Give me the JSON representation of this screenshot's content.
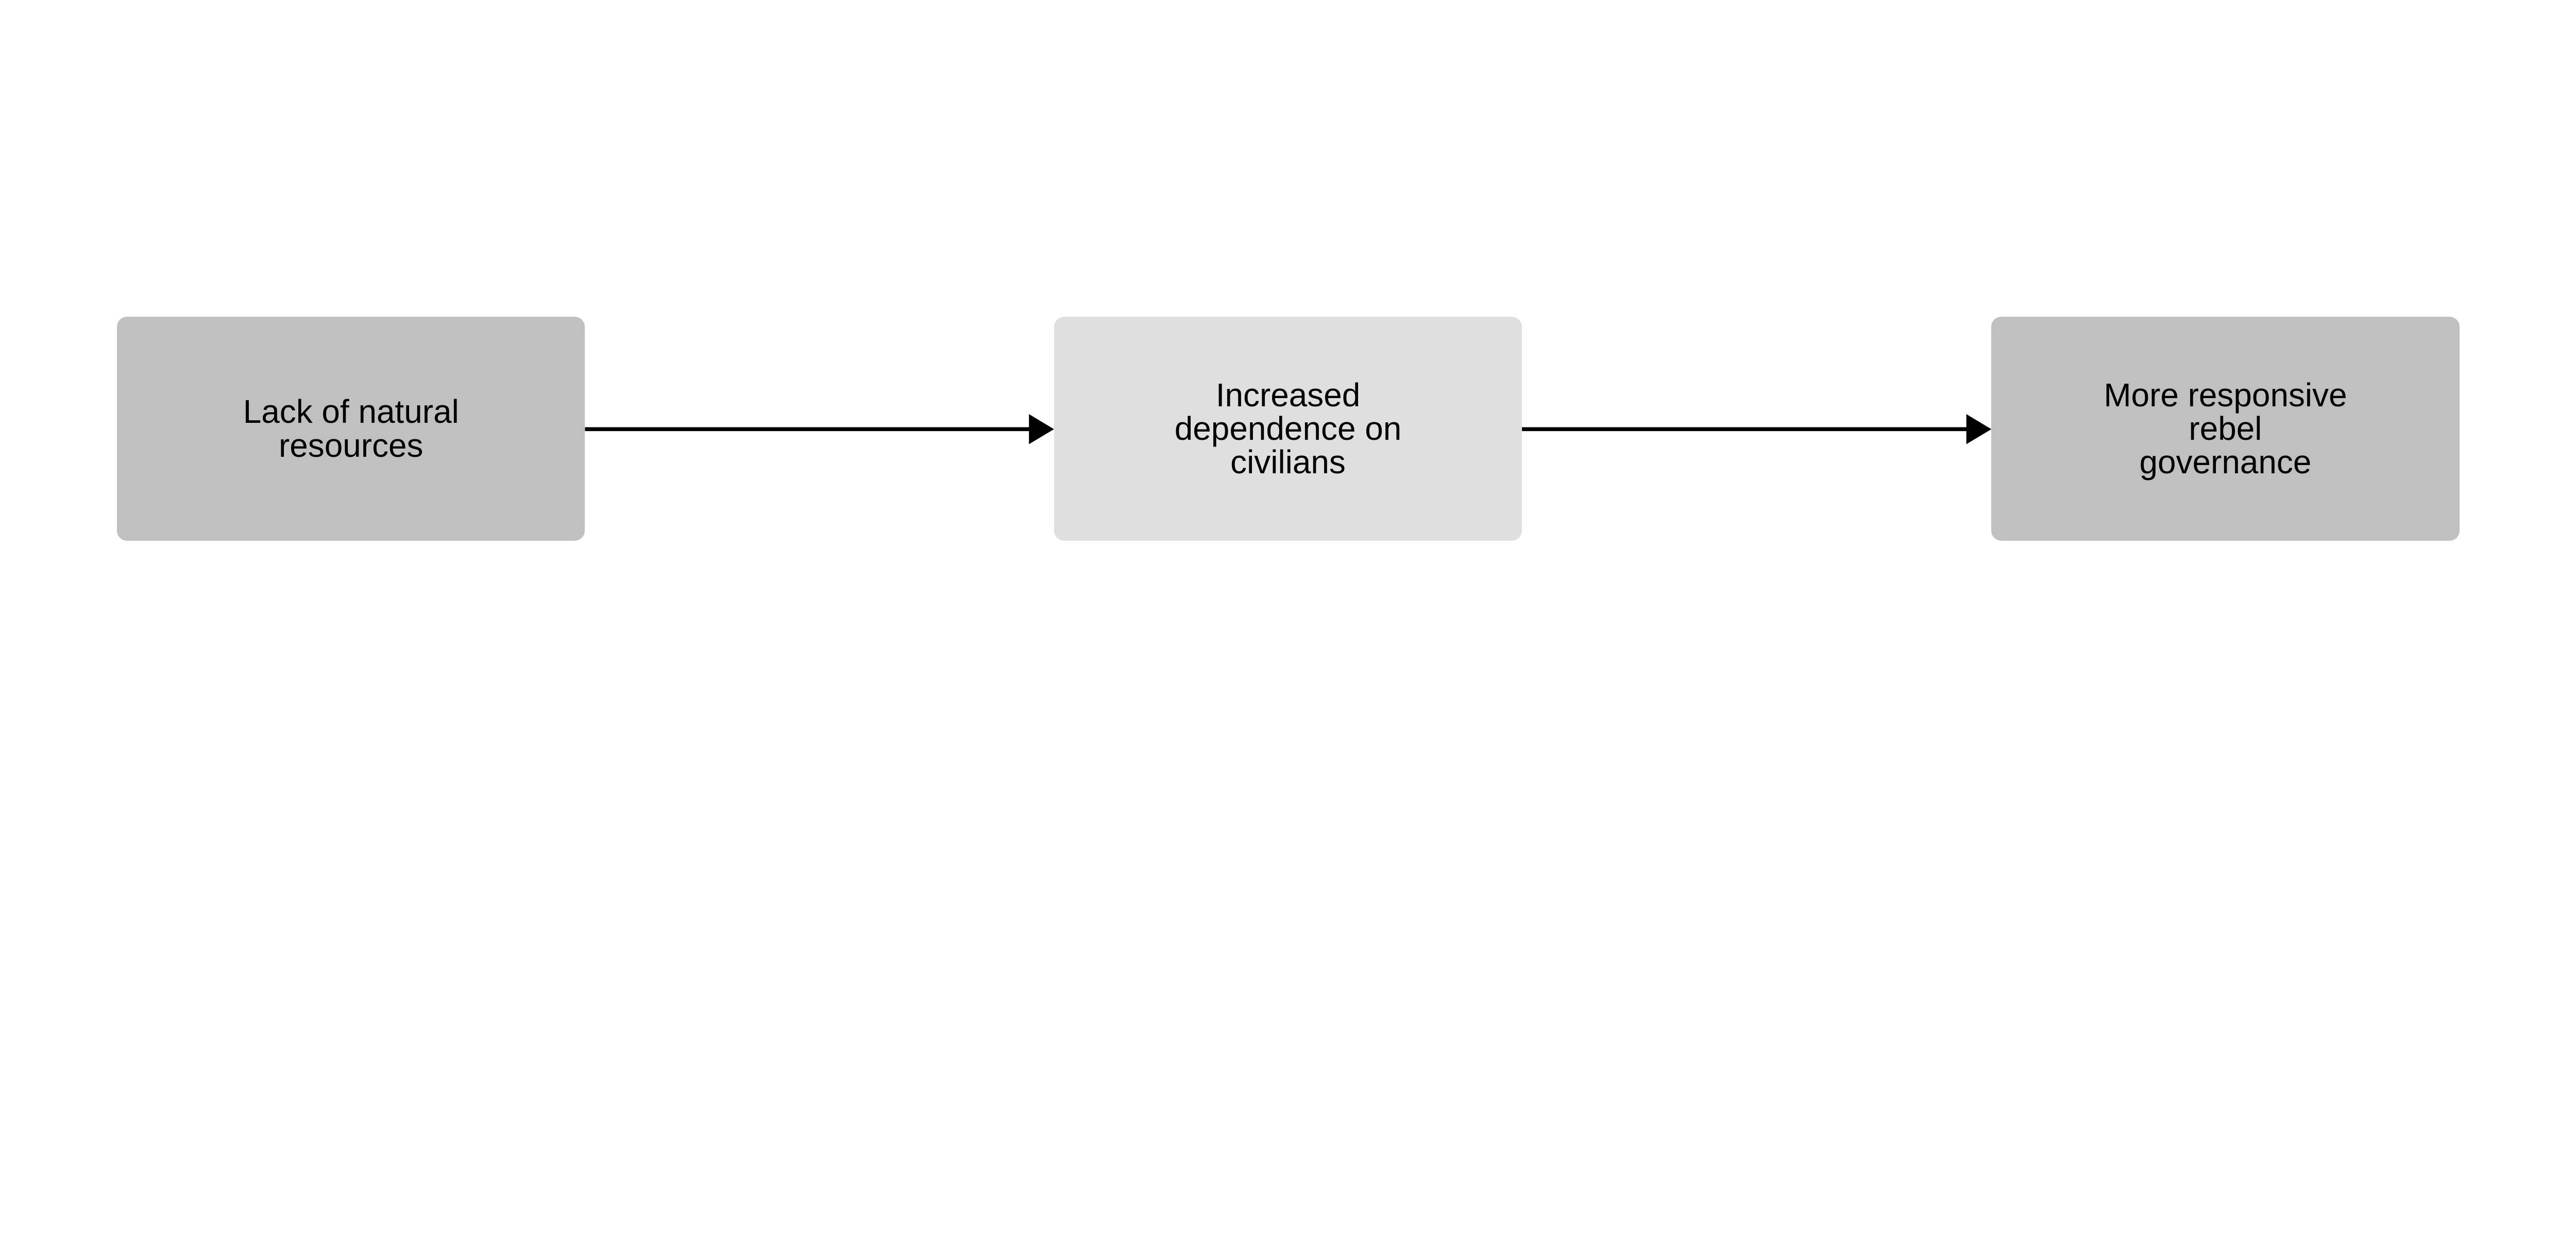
{
  "nodes": [
    {
      "label": "Lack of natural\nresources",
      "color": "#c0c0c0"
    },
    {
      "label": "Increased\ndependence on\ncivilians",
      "color": "#dfdfdf"
    },
    {
      "label": "More responsive\nrebel\ngovernance",
      "color": "#c0c0c0"
    }
  ],
  "edges": [
    {
      "from": "Lack of natural resources",
      "to": "Increased dependence on civilians"
    },
    {
      "from": "Increased dependence on civilians",
      "to": "More responsive rebel governance"
    }
  ]
}
